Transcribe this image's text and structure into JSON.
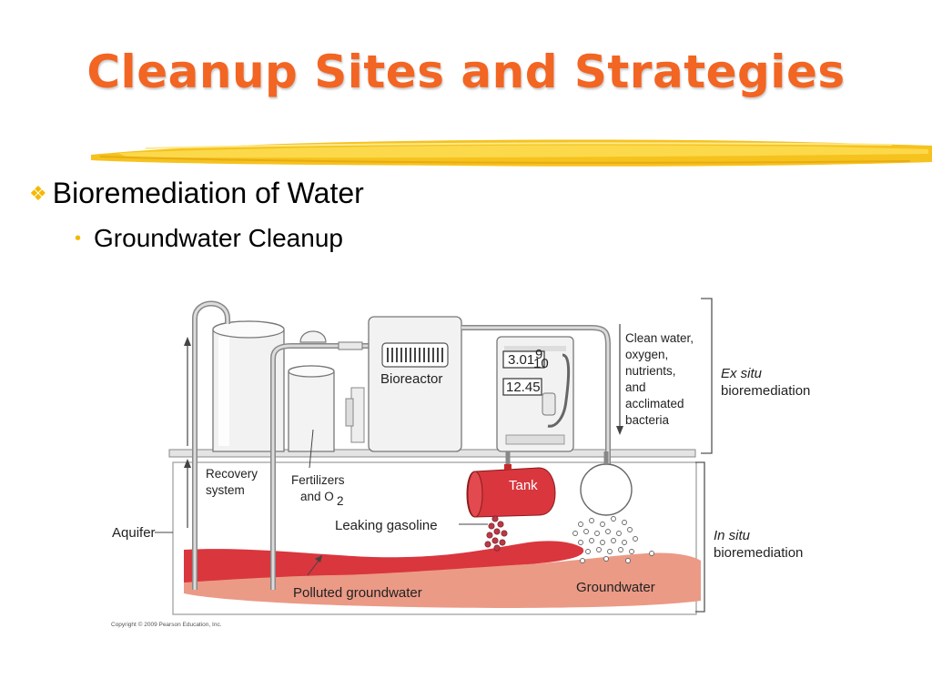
{
  "title": "Cleanup Sites and Strategies",
  "bullets": {
    "level1": "Bioremediation of Water",
    "level2": "Groundwater Cleanup"
  },
  "colors": {
    "title": "#f26522",
    "bullet_accent": "#f5b800",
    "polluted_groundwater": "#d9363e",
    "groundwater": "#eb9a86"
  },
  "icons": {
    "level1_bullet": "four-diamond-bullet-icon",
    "level2_bullet": "dot-bullet-icon"
  },
  "diagram": {
    "recovery_system": [
      "Recovery",
      "system"
    ],
    "fertilizers": [
      "Fertilizers",
      "and O"
    ],
    "o2_subscript": "2",
    "bioreactor": "Bioreactor",
    "pump_price": "3.01",
    "pump_price_fraction_num": "9",
    "pump_price_fraction_den": "10",
    "pump_total": "12.45",
    "tank": "Tank",
    "leaking_gasoline": "Leaking gasoline",
    "aquifer": "Aquifer",
    "polluted_groundwater": "Polluted groundwater",
    "groundwater": "Groundwater",
    "inputs": [
      "Clean water,",
      "oxygen,",
      "nutrients,",
      "and",
      "acclimated",
      "bacteria"
    ],
    "ex_situ": [
      "Ex situ",
      "bioremediation"
    ],
    "in_situ": [
      "In situ",
      "bioremediation"
    ],
    "copyright": "Copyright © 2009 Pearson Education, Inc."
  }
}
